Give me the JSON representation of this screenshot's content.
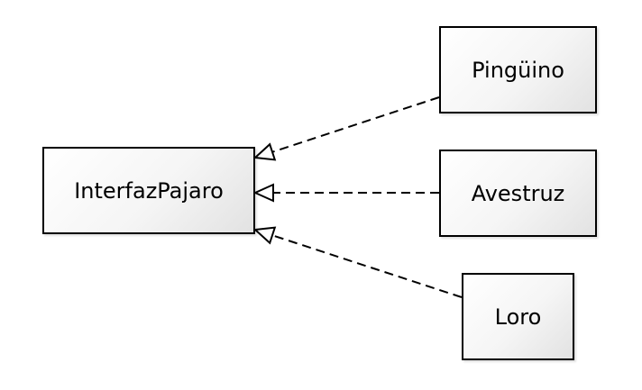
{
  "diagram": {
    "kind": "uml-class-diagram",
    "nodes": [
      {
        "id": "interfaz-pajaro",
        "label": "InterfazPajaro",
        "role": "interface"
      },
      {
        "id": "pinguino",
        "label": "Pingüino",
        "role": "class"
      },
      {
        "id": "avestruz",
        "label": "Avestruz",
        "role": "class"
      },
      {
        "id": "loro",
        "label": "Loro",
        "role": "class"
      }
    ],
    "edges": [
      {
        "from": "pinguino",
        "to": "interfaz-pajaro",
        "type": "realization",
        "style": "dashed-hollow-triangle"
      },
      {
        "from": "avestruz",
        "to": "interfaz-pajaro",
        "type": "realization",
        "style": "dashed-hollow-triangle"
      },
      {
        "from": "loro",
        "to": "interfaz-pajaro",
        "type": "realization",
        "style": "dashed-hollow-triangle"
      }
    ],
    "colors": {
      "background": "#ffffff",
      "node_border": "#000000",
      "node_fill_top": "#ffffff",
      "node_fill_bottom": "#e2e2e2",
      "edge_stroke": "#000000",
      "arrowhead_fill": "#ffffff",
      "text": "#000000"
    }
  }
}
